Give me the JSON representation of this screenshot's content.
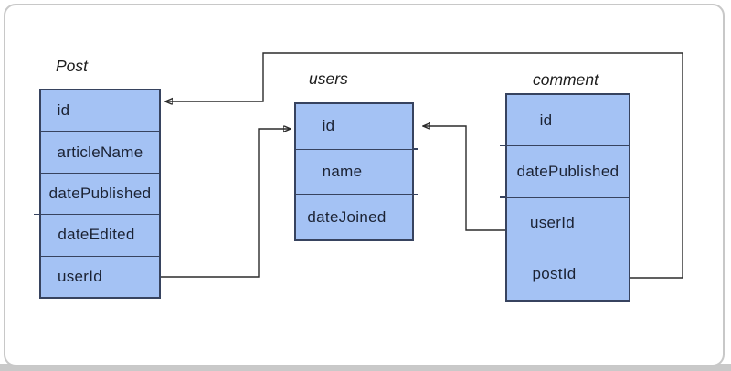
{
  "frame": {
    "background": "#ffffff",
    "card_border": "#c8c8c8",
    "bottom_bar": "#c9c9c9"
  },
  "diagram": {
    "tables": [
      {
        "name": "Post",
        "fields": [
          "id",
          "articleName",
          "datePublished",
          "dateEdited",
          "userId"
        ]
      },
      {
        "name": "users",
        "fields": [
          "id",
          "name",
          "dateJoined"
        ]
      },
      {
        "name": "comment",
        "fields": [
          "id",
          "datePublished",
          "userId",
          "postId"
        ]
      }
    ],
    "relations": [
      {
        "from": "Post.userId",
        "to": "users.id"
      },
      {
        "from": "comment.userId",
        "to": "users.id"
      },
      {
        "from": "comment.postId",
        "to": "Post.id"
      }
    ],
    "colors": {
      "table_fill": "#a4c2f4",
      "table_border": "#37435f",
      "text": "#1b2233",
      "connector": "#2b2b2b"
    }
  }
}
